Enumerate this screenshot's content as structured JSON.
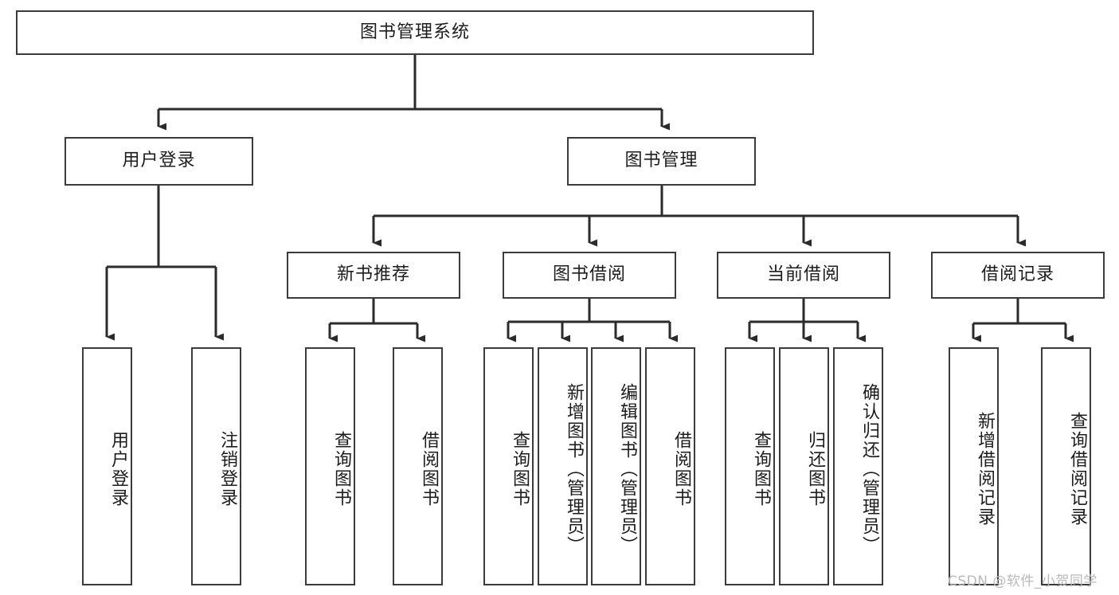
{
  "diagram": {
    "type": "tree-hierarchy",
    "title": "图书管理系统",
    "orientation": "top-down",
    "colors": {
      "node_border": "#3b3b3b",
      "node_fill": "#ffffff",
      "edge": "#2b2b2b",
      "text": "#1c1c1c",
      "watermark": "#b9b9b9",
      "background": "#ffffff"
    }
  },
  "nodes": {
    "root": {
      "label": "图书管理系统",
      "level": 0
    },
    "level1": [
      {
        "id": "user-login",
        "label": "用户登录"
      },
      {
        "id": "book-manage",
        "label": "图书管理"
      }
    ],
    "level2": [
      {
        "id": "new-book-recommend",
        "label": "新书推荐",
        "parent": "book-manage"
      },
      {
        "id": "book-borrow",
        "label": "图书借阅",
        "parent": "book-manage"
      },
      {
        "id": "current-borrow",
        "label": "当前借阅",
        "parent": "book-manage"
      },
      {
        "id": "borrow-record",
        "label": "借阅记录",
        "parent": "book-manage"
      }
    ],
    "leaves": [
      {
        "id": "leaf-user-login",
        "label": "用户登录",
        "parent": "user-login"
      },
      {
        "id": "leaf-user-logout",
        "label": "注销登录",
        "parent": "user-login"
      },
      {
        "id": "leaf-query-book-1",
        "label": "查询图书",
        "parent": "new-book-recommend"
      },
      {
        "id": "leaf-borrow-book-1",
        "label": "借阅图书",
        "parent": "new-book-recommend"
      },
      {
        "id": "leaf-query-book-2",
        "label": "查询图书",
        "parent": "book-borrow"
      },
      {
        "id": "leaf-add-book",
        "label": "新增图书（管理员）",
        "parent": "book-borrow"
      },
      {
        "id": "leaf-edit-book",
        "label": "编辑图书（管理员）",
        "parent": "book-borrow"
      },
      {
        "id": "leaf-borrow-book-2",
        "label": "借阅图书",
        "parent": "book-borrow"
      },
      {
        "id": "leaf-query-book-3",
        "label": "查询图书",
        "parent": "current-borrow"
      },
      {
        "id": "leaf-return-book",
        "label": "归还图书",
        "parent": "current-borrow"
      },
      {
        "id": "leaf-confirm-return",
        "label": "确认归还（管理员）",
        "parent": "current-borrow"
      },
      {
        "id": "leaf-add-record",
        "label": "新增借阅记录",
        "parent": "borrow-record"
      },
      {
        "id": "leaf-query-record",
        "label": "查询借阅记录",
        "parent": "borrow-record"
      }
    ]
  },
  "watermark": {
    "text": "CSDN @软件_小贺同学"
  }
}
